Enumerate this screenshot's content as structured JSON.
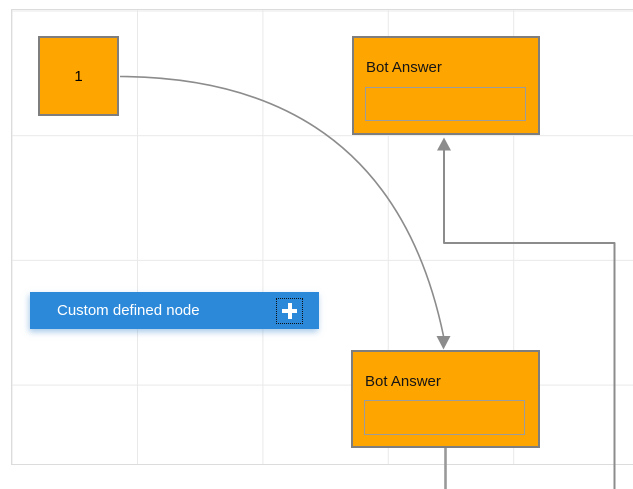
{
  "diagram": {
    "nodes": [
      {
        "id": "start",
        "label": "1"
      },
      {
        "id": "bot-answer-top",
        "title": "Bot Answer",
        "input_value": ""
      },
      {
        "id": "bot-answer-bottom",
        "title": "Bot Answer",
        "input_value": ""
      },
      {
        "id": "custom-defined",
        "label": "Custom defined node",
        "icon": "plus-icon"
      }
    ],
    "connectors": [
      {
        "from": "start",
        "to": "bot-answer-bottom",
        "type": "curved",
        "arrow": "target"
      },
      {
        "from": "bot-answer-bottom",
        "to": "bot-answer-top",
        "type": "orthogonal",
        "arrow": "target"
      }
    ],
    "colors": {
      "node_fill": "#FFA500",
      "node_border": "#7e7e7e",
      "connector": "#8c8c8c",
      "custom_node_fill": "#2C89DA",
      "custom_node_text": "#ffffff",
      "grid_line": "#e9e9e9",
      "canvas_border": "#dcdcdc",
      "node_title_text": "#151515"
    }
  }
}
